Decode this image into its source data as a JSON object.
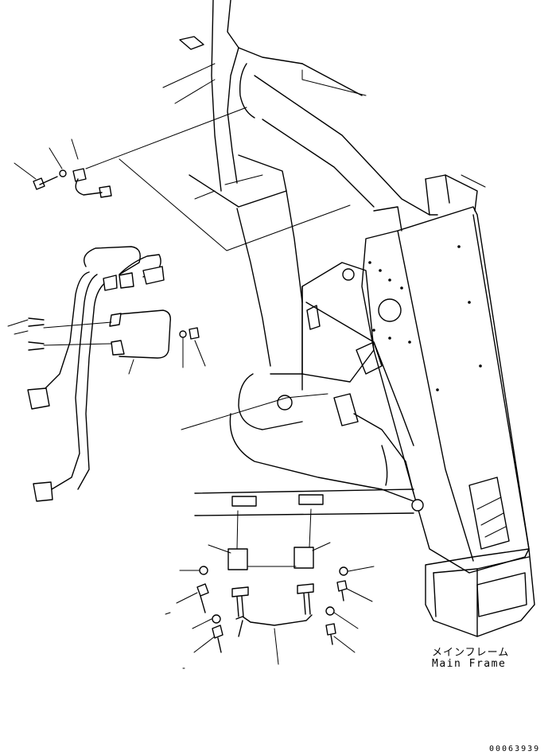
{
  "labels": {
    "main_frame_jp": "メインフレーム",
    "main_frame_en": "Main Frame",
    "drawing_code": "00063939"
  },
  "colors": {
    "line": "#000000",
    "background": "#ffffff"
  }
}
